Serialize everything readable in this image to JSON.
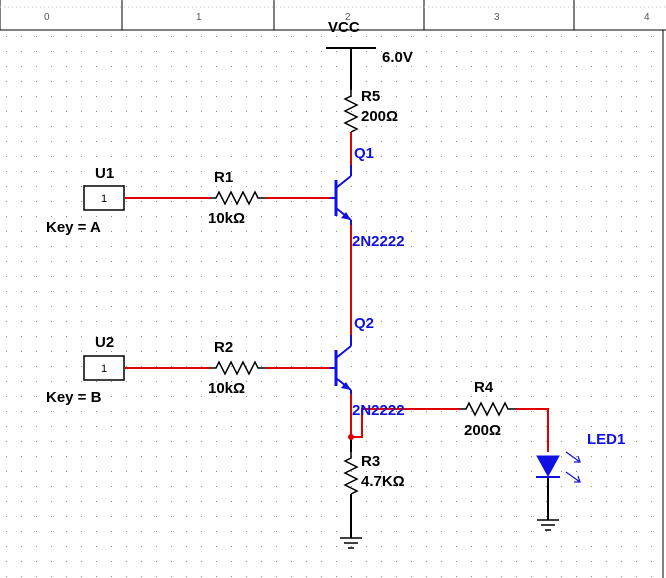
{
  "ruler": {
    "marks": [
      "0",
      "1",
      "2",
      "3",
      "4"
    ]
  },
  "vcc": {
    "name": "VCC",
    "value": "6.0V"
  },
  "resistors": {
    "r5": {
      "name": "R5",
      "value": "200Ω"
    },
    "r1": {
      "name": "R1",
      "value": "10kΩ"
    },
    "r2": {
      "name": "R2",
      "value": "10kΩ"
    },
    "r3": {
      "name": "R3",
      "value": "4.7KΩ"
    },
    "r4": {
      "name": "R4",
      "value": "200Ω"
    }
  },
  "switches": {
    "u1": {
      "name": "U1",
      "pin": "1",
      "key": "Key = A"
    },
    "u2": {
      "name": "U2",
      "pin": "1",
      "key": "Key = B"
    }
  },
  "transistors": {
    "q1": {
      "name": "Q1",
      "model": "2N2222"
    },
    "q2": {
      "name": "Q2",
      "model": "2N2222"
    }
  },
  "led": {
    "name": "LED1"
  },
  "colors": {
    "wire_red": "#e00000",
    "component_blue": "#1010e0",
    "label_blue": "#1010e0",
    "ink": "#000000",
    "grid_dot": "#8a8a8a"
  }
}
